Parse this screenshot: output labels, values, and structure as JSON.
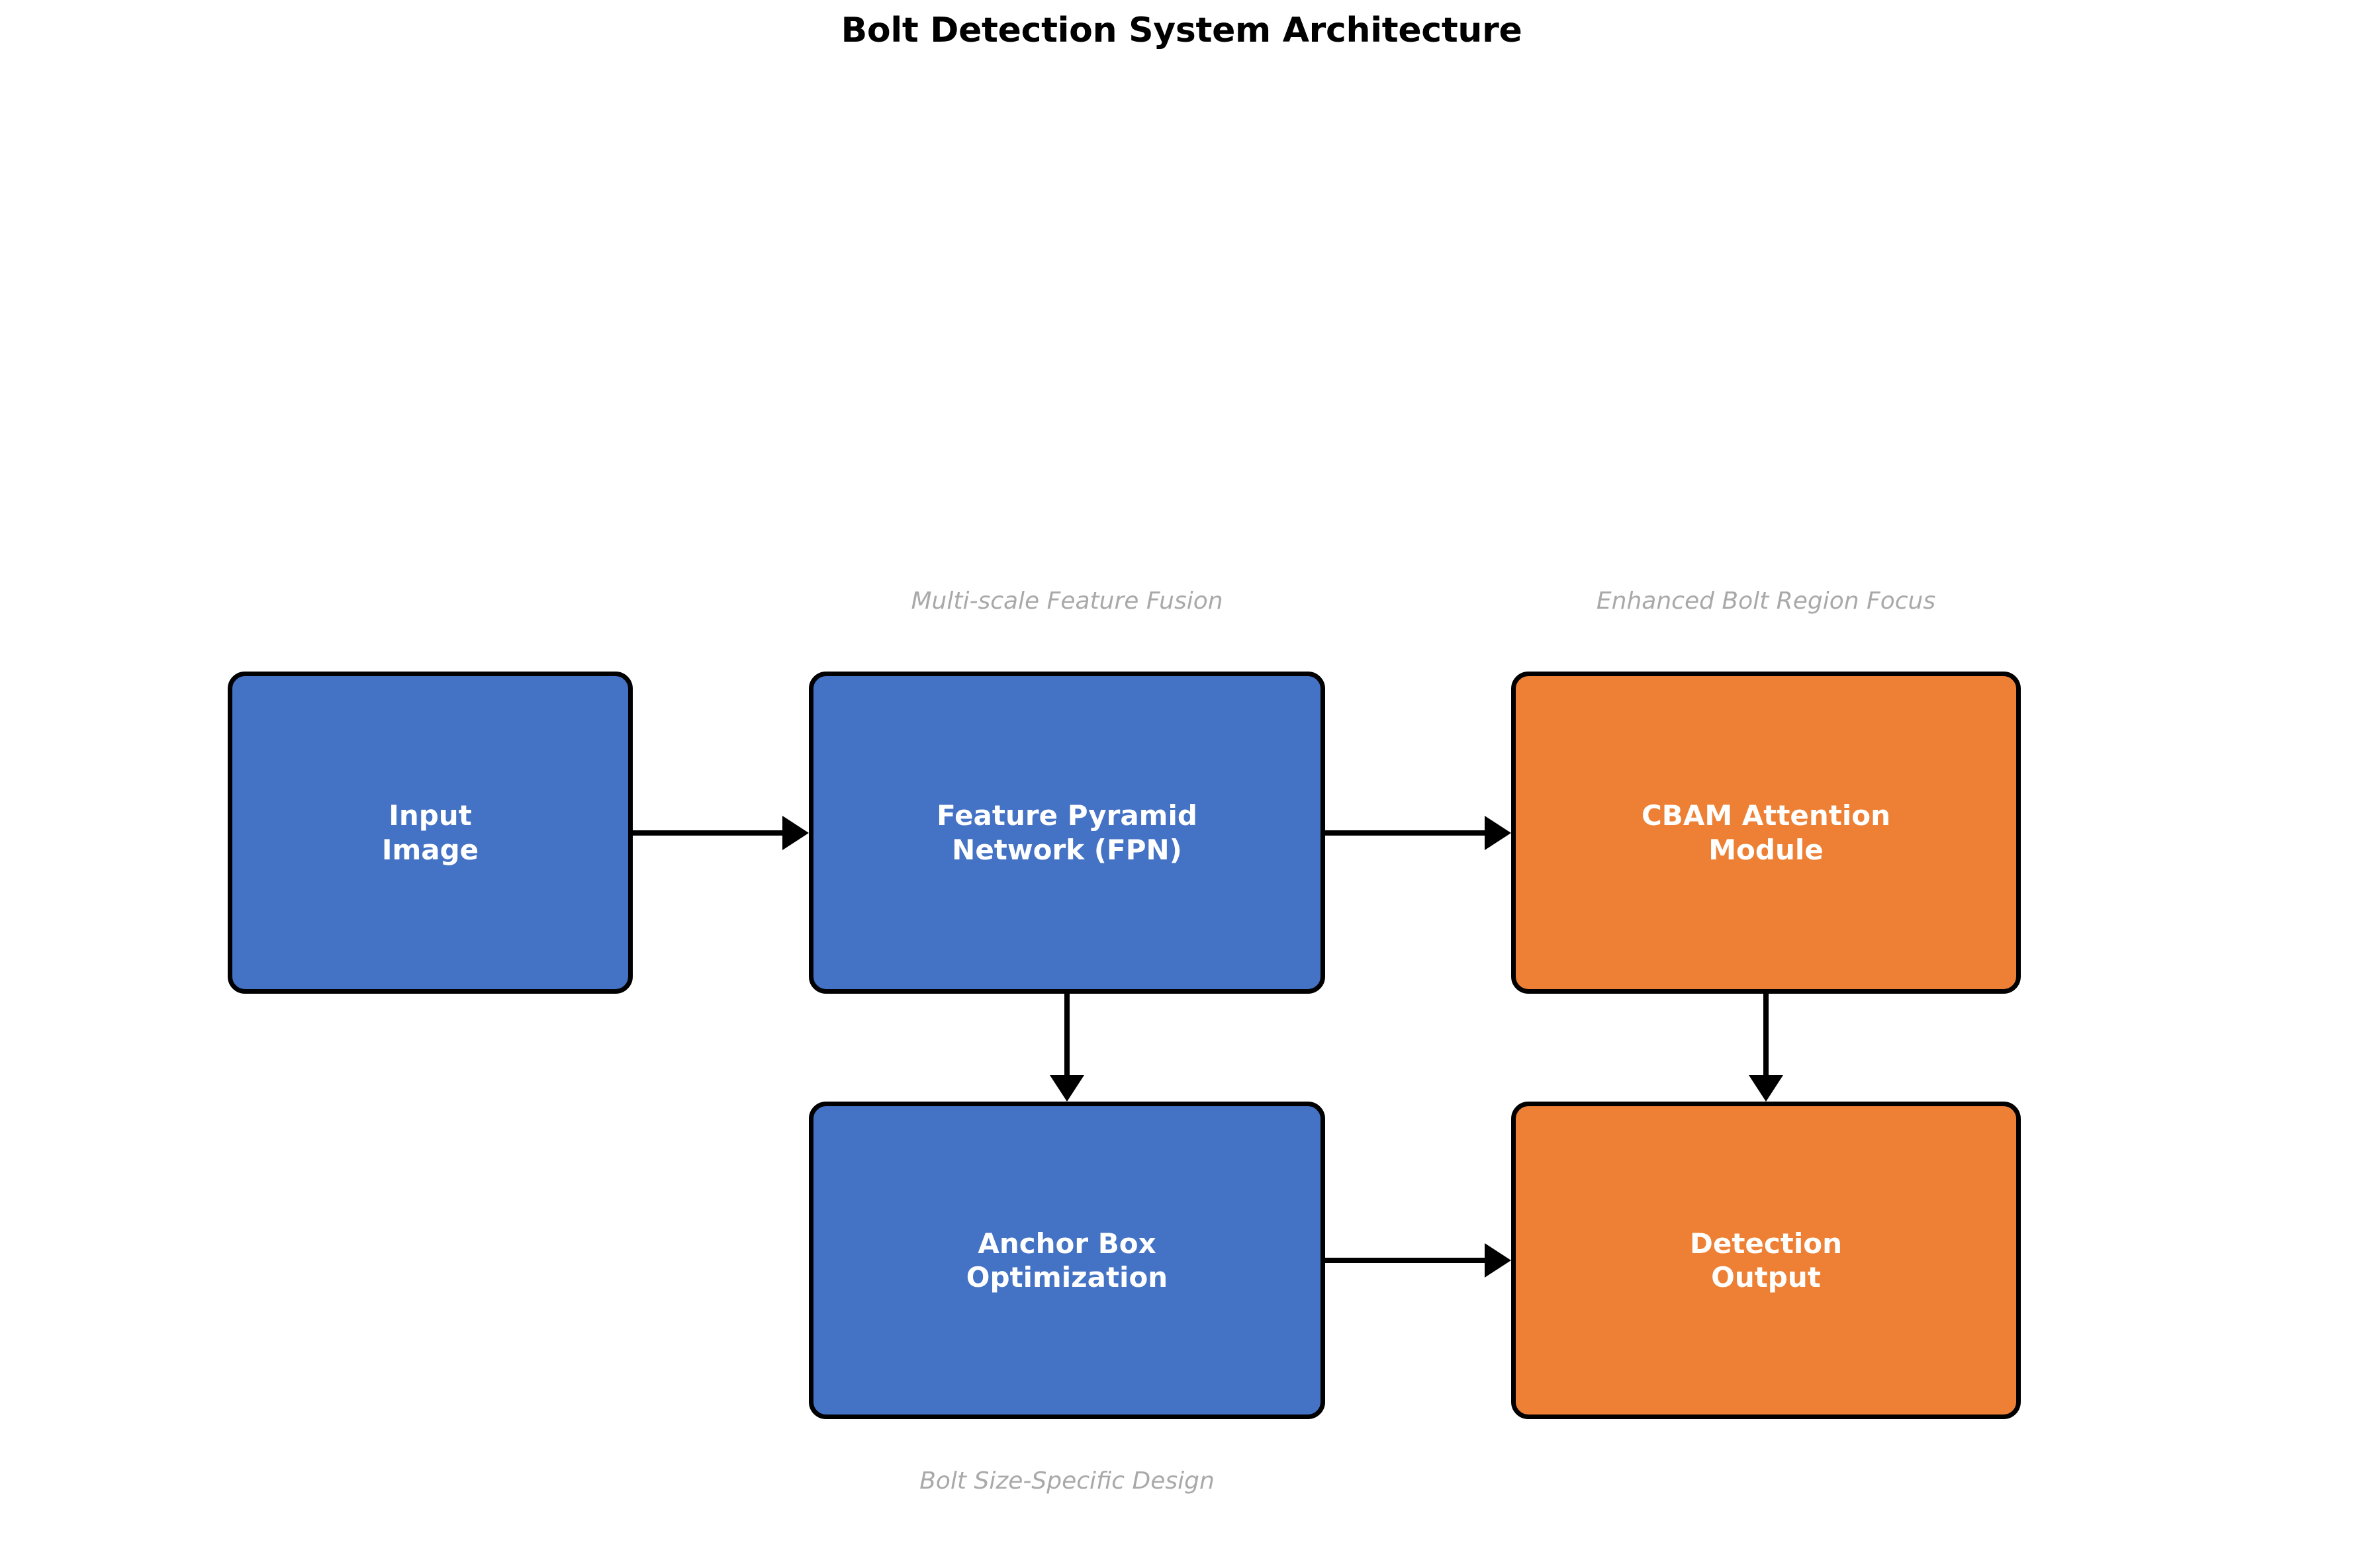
{
  "title": "Bolt Detection System Architecture",
  "colors": {
    "blue": "#4472C4",
    "orange": "#ED8034",
    "border": "#000000",
    "arrow": "#000000",
    "annotation": "#a9a9a9",
    "background": "#ffffff",
    "node_text": "#ffffff"
  },
  "chart_data": {
    "type": "diagram",
    "title": "Bolt Detection System Architecture",
    "nodes": [
      {
        "id": "input_image",
        "label": "Input\nImage",
        "color": "#4472C4",
        "row": "top",
        "column": 1
      },
      {
        "id": "fpn",
        "label": "Feature Pyramid\nNetwork (FPN)",
        "color": "#4472C4",
        "row": "top",
        "column": 2
      },
      {
        "id": "cbam",
        "label": "CBAM Attention\nModule",
        "color": "#ED8034",
        "row": "top",
        "column": 3
      },
      {
        "id": "anchor_box",
        "label": "Anchor Box\nOptimization",
        "color": "#4472C4",
        "row": "bottom",
        "column": 2
      },
      {
        "id": "detection_output",
        "label": "Detection\nOutput",
        "color": "#ED8034",
        "row": "bottom",
        "column": 3
      }
    ],
    "edges": [
      {
        "from": "input_image",
        "to": "fpn",
        "direction": "right"
      },
      {
        "from": "fpn",
        "to": "cbam",
        "direction": "right"
      },
      {
        "from": "fpn",
        "to": "anchor_box",
        "direction": "down"
      },
      {
        "from": "cbam",
        "to": "detection_output",
        "direction": "down"
      },
      {
        "from": "anchor_box",
        "to": "detection_output",
        "direction": "right"
      }
    ],
    "annotations": [
      {
        "id": "fpn_note",
        "text": "Multi-scale Feature Fusion",
        "attached_to": "fpn",
        "position": "above"
      },
      {
        "id": "cbam_note",
        "text": "Enhanced Bolt Region Focus",
        "attached_to": "cbam",
        "position": "above"
      },
      {
        "id": "anchor_box_note",
        "text": "Bolt Size-Specific Design",
        "attached_to": "anchor_box",
        "position": "below"
      }
    ]
  },
  "nodes": {
    "input_image": {
      "label": "Input\nImage"
    },
    "fpn": {
      "label": "Feature Pyramid\nNetwork (FPN)"
    },
    "cbam": {
      "label": "CBAM Attention\nModule"
    },
    "anchor_box": {
      "label": "Anchor Box\nOptimization"
    },
    "detection_output": {
      "label": "Detection\nOutput"
    }
  },
  "annotations": {
    "fpn_note": "Multi-scale Feature Fusion",
    "cbam_note": "Enhanced Bolt Region Focus",
    "anchor_box_note": "Bolt Size-Specific Design"
  }
}
